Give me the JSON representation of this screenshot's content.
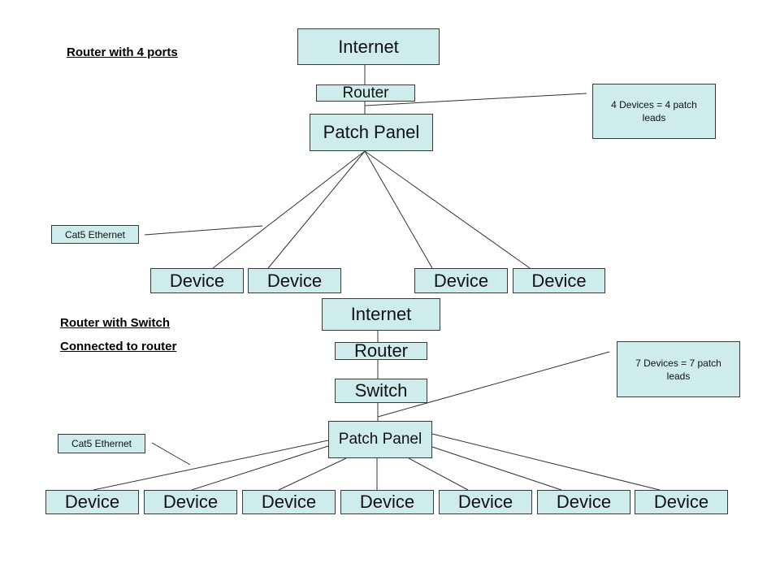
{
  "top": {
    "heading": "Router with 4 ports",
    "internet": "Internet",
    "router": "Router",
    "patch_panel": "Patch Panel",
    "note": "4 Devices = 4 patch leads",
    "cable_label": "Cat5 Ethernet",
    "devices": [
      "Device",
      "Device",
      "Device",
      "Device"
    ]
  },
  "bottom": {
    "heading_1": "Router with Switch",
    "heading_2": "Connected to router",
    "internet": "Internet",
    "router": "Router",
    "switch": "Switch",
    "patch_panel": "Patch Panel",
    "note": "7 Devices = 7 patch leads",
    "cable_label": "Cat5 Ethernet",
    "devices": [
      "Device",
      "Device",
      "Device",
      "Device",
      "Device",
      "Device",
      "Device"
    ]
  },
  "colors": {
    "box_fill": "#cdeceb",
    "box_border": "#3a3a3a",
    "line": "#333333"
  }
}
